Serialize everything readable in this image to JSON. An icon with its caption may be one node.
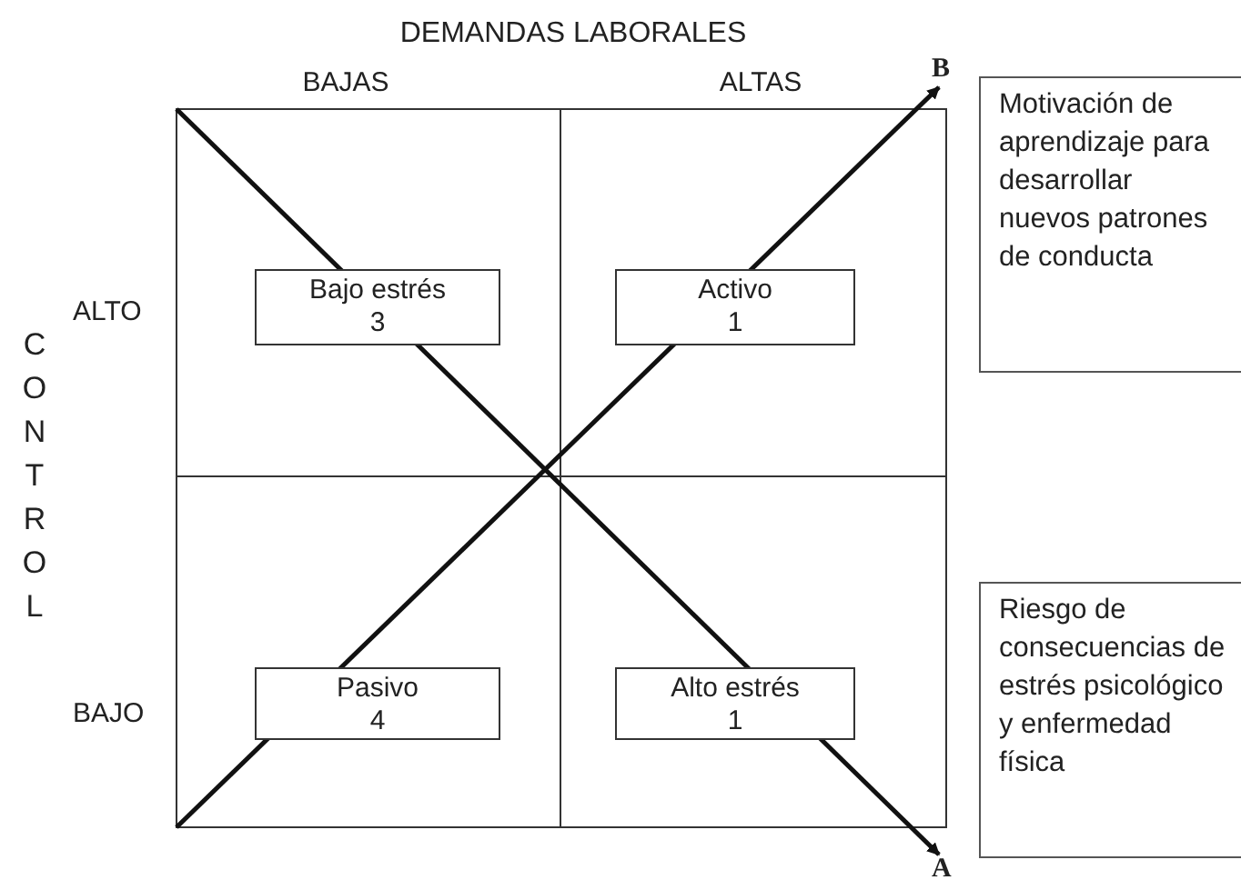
{
  "diagram": {
    "nodes": [
      {
        "text": [
          "B"
        ]
      },
      {
        "text": [
          "Motivación de aprendizaje para desarrollar nuevos patrones de conducta"
        ]
      },
      {
        "text": [
          "Bajo estrés",
          "3"
        ]
      },
      {
        "text": [
          "Activo",
          "1"
        ]
      },
      {
        "text": [
          "Pasivo",
          "4"
        ]
      },
      {
        "text": [
          "Alto estrés",
          "1"
        ]
      },
      {
        "text": [
          "Riesgo de consecuencias de estrés psicológico y enfermedad física"
        ]
      },
      {
        "text": [
          "A"
        ]
      }
    ],
    "edges": [
      {
        "from": null,
        "to": 0,
        "arrow": "to"
      },
      {
        "from": null,
        "to": 7,
        "arrow": "to"
      }
    ],
    "labels": [
      "DEMANDAS LABORALES",
      "BAJAS",
      "ALTAS",
      "ALTO",
      "CONTROL",
      "BAJO"
    ]
  }
}
